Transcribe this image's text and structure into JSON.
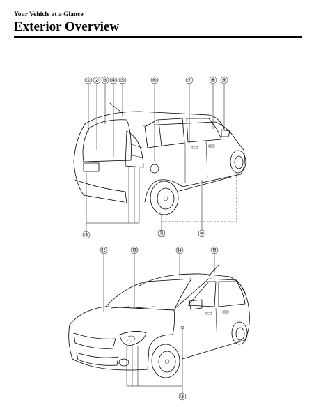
{
  "header": {
    "section": "Your Vehicle at a Glance",
    "title": "Exterior Overview"
  },
  "rear_view": {
    "callouts_top": [
      "①",
      "②",
      "③",
      "④",
      "⑤",
      "⑥",
      "⑦",
      "⑧",
      "⑨"
    ],
    "callouts_bottom": [
      "③",
      "⑪",
      "⑩"
    ]
  },
  "front_view": {
    "callouts_top": [
      "⑫",
      "⑬",
      "⑭",
      "⑮"
    ],
    "callouts_bottom": [
      "③"
    ]
  }
}
